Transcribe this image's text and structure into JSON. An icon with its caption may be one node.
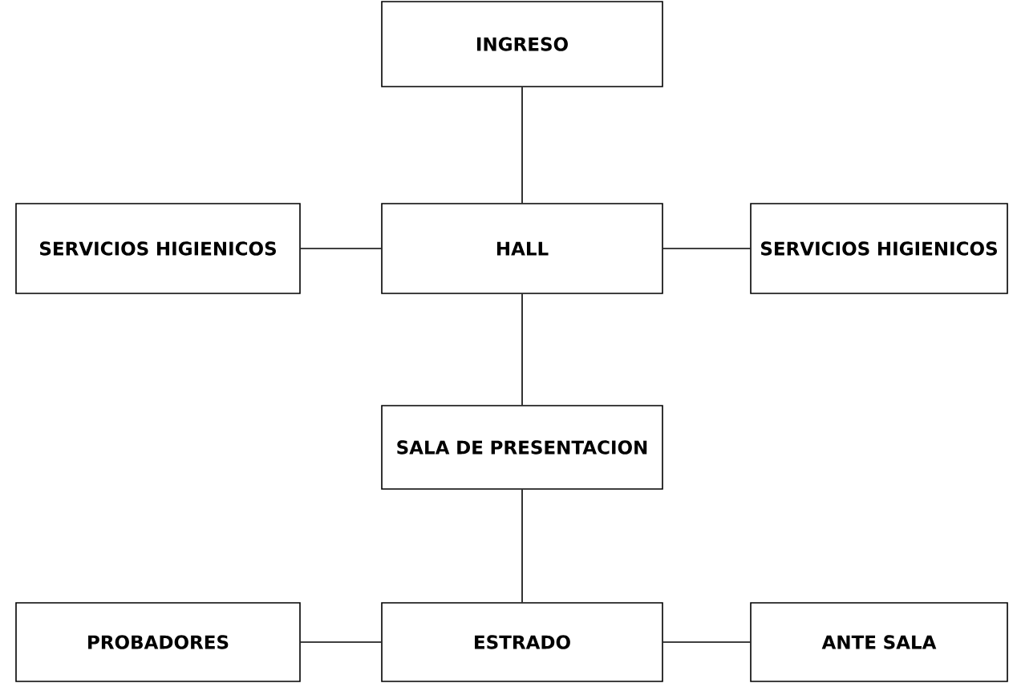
{
  "diagram": {
    "nodes": [
      {
        "text": [
          "INGRESO"
        ]
      },
      {
        "text": [
          "SERVICIOS HIGIENICOS"
        ]
      },
      {
        "text": [
          "HALL"
        ]
      },
      {
        "text": [
          "SERVICIOS HIGIENICOS"
        ]
      },
      {
        "text": [
          "SALA DE PRESENTACION"
        ]
      },
      {
        "text": [
          "PROBADORES"
        ]
      },
      {
        "text": [
          "ESTRADO"
        ]
      },
      {
        "text": [
          "ANTE SALA"
        ]
      }
    ],
    "edges": [
      {
        "from": 0,
        "to": 2,
        "arrow": "none"
      },
      {
        "from": 1,
        "to": 2,
        "arrow": "none"
      },
      {
        "from": 2,
        "to": 3,
        "arrow": "none"
      },
      {
        "from": 2,
        "to": 4,
        "arrow": "none"
      },
      {
        "from": 4,
        "to": 6,
        "arrow": "none"
      },
      {
        "from": 5,
        "to": 6,
        "arrow": "none"
      },
      {
        "from": 6,
        "to": 7,
        "arrow": "none"
      }
    ]
  }
}
